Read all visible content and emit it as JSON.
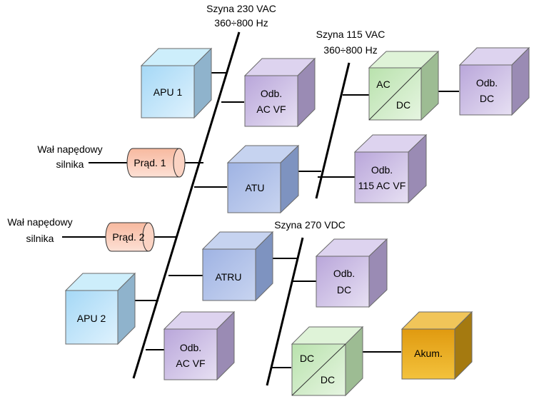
{
  "buses": {
    "ac230": {
      "name": "Szyna 230 VAC",
      "freq": "360÷800 Hz"
    },
    "ac115": {
      "name": "Szyna 115 VAC",
      "freq": "360÷800 Hz"
    },
    "dc270": {
      "name": "Szyna 270 VDC"
    }
  },
  "shafts": {
    "shaft1": {
      "line1": "Wał napędowy",
      "line2": "silnika"
    },
    "shaft2": {
      "line1": "Wał napędowy",
      "line2": "silnika"
    }
  },
  "generators": {
    "gen1": "Prąd. 1",
    "gen2": "Prąd. 2"
  },
  "boxes": {
    "apu1": {
      "line1": "APU 1",
      "line2": ""
    },
    "apu2": {
      "line1": "APU 2",
      "line2": ""
    },
    "odb_acvf_top": {
      "line1": "Odb.",
      "line2": "AC VF"
    },
    "odb_acvf_bottom": {
      "line1": "Odb.",
      "line2": "AC VF"
    },
    "atu": {
      "line1": "ATU",
      "line2": ""
    },
    "atru": {
      "line1": "ATRU",
      "line2": ""
    },
    "odb_115": {
      "line1": "Odb.",
      "line2": "115 AC VF"
    },
    "odb_dc_top": {
      "line1": "Odb.",
      "line2": "DC"
    },
    "odb_dc_mid": {
      "line1": "Odb.",
      "line2": "DC"
    },
    "akum": {
      "line1": "Akum.",
      "line2": ""
    }
  },
  "converters": {
    "acdc": {
      "top": "AC",
      "bottom": "DC"
    },
    "dcdc": {
      "top": "DC",
      "bottom": "DC"
    }
  },
  "colors": {
    "apu": "#a9dcf5",
    "consumer": "#c4b4de",
    "transformer": "#a6b8e2",
    "converter": "#bfe5b3",
    "generator": "#f8c2ad",
    "battery": "#e7a718"
  }
}
